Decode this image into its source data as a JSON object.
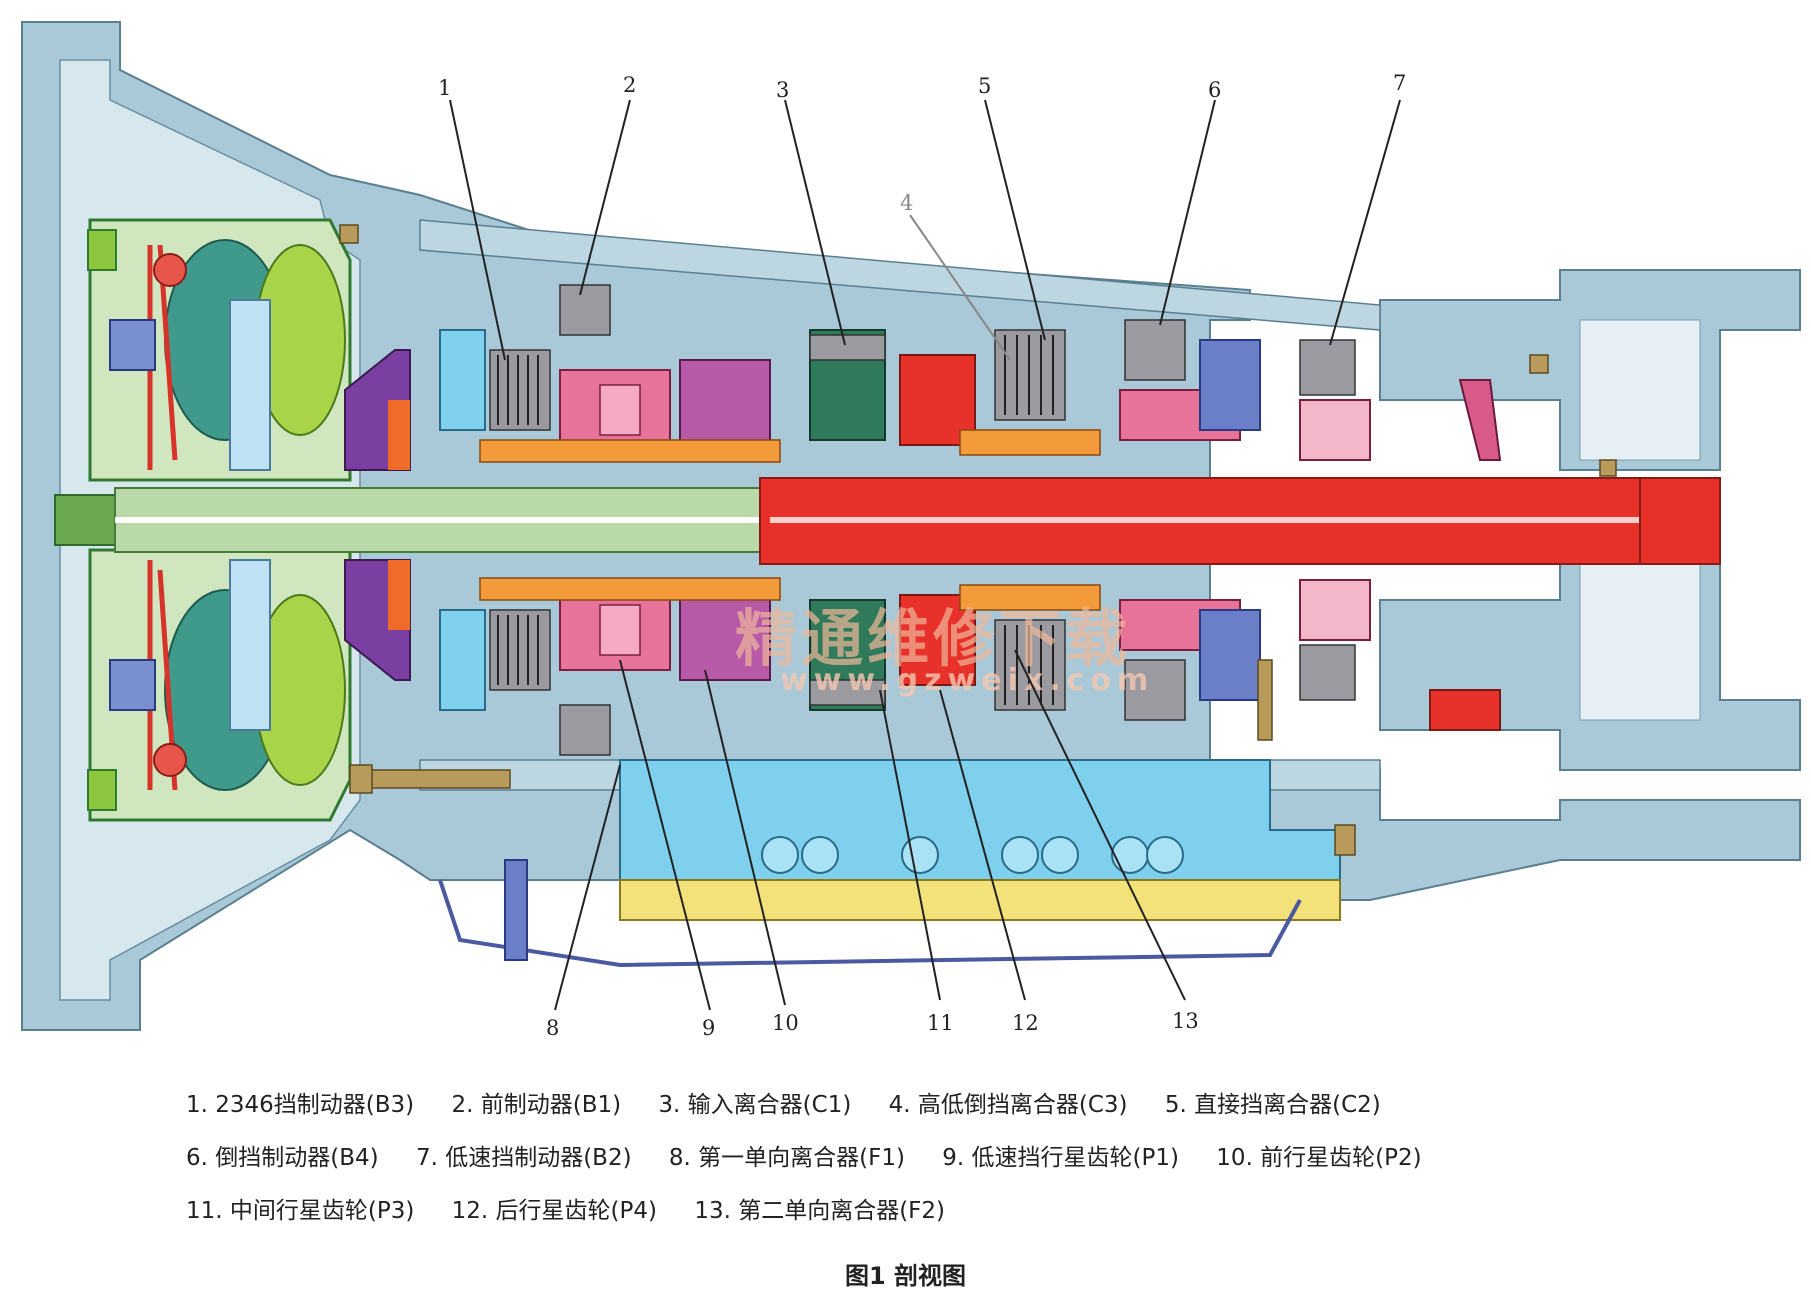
{
  "callouts": [
    "1",
    "2",
    "3",
    "4",
    "5",
    "6",
    "7",
    "8",
    "9",
    "10",
    "11",
    "12",
    "13"
  ],
  "watermark": {
    "text": "精通维修下载",
    "url": "www.gzweix.com"
  },
  "legend": [
    "1. 2346挡制动器(B3)",
    "2. 前制动器(B1)",
    "3. 输入离合器(C1)",
    "4. 高低倒挡离合器(C3)",
    "5. 直接挡离合器(C2)",
    "6. 倒挡制动器(B4)",
    "7. 低速挡制动器(B2)",
    "8. 第一单向离合器(F1)",
    "9. 低速挡行星齿轮(P1)",
    "10. 前行星齿轮(P2)",
    "11. 中间行星齿轮(P3)",
    "12. 后行星齿轮(P4)",
    "13. 第二单向离合器(F2)"
  ],
  "caption": "图1 剖视图",
  "colors": {
    "housing": "#a9c9d8",
    "housing_dark": "#8fb4c6",
    "torque_converter_green": "#8cc63f",
    "output_shaft_red": "#e8312a",
    "input_shaft_green": "#b9d9a8",
    "planet_pink": "#e8739a",
    "planet_orange": "#f39a3a",
    "clutch_purple": "#8a3fa0",
    "valve_body": "#7fd0ec",
    "oil_pan": "#f3e27a",
    "bolt": "#b89a5a"
  }
}
